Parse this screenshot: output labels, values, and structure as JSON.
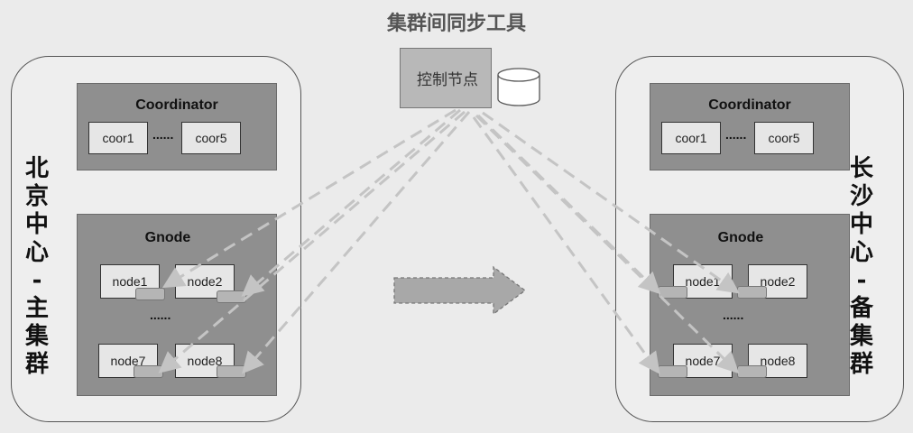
{
  "title": "集群间同步工具",
  "control_node": {
    "label": "控制节点",
    "icon": "database-icon"
  },
  "left_cluster": {
    "label_chars": [
      "北",
      "京",
      "中",
      "心",
      "-",
      "主",
      "集",
      "群"
    ],
    "coordinator": {
      "title": "Coordinator",
      "first": "coor1",
      "dots": "......",
      "last": "coor5"
    },
    "gnode": {
      "title": "Gnode",
      "nodes": [
        "node1",
        "node2",
        "node7",
        "node8"
      ],
      "dots": "......"
    }
  },
  "right_cluster": {
    "label_chars": [
      "长",
      "沙",
      "中",
      "心",
      "-",
      "备",
      "集",
      "群"
    ],
    "coordinator": {
      "title": "Coordinator",
      "first": "coor1",
      "dots": "......",
      "last": "coor5"
    },
    "gnode": {
      "title": "Gnode",
      "nodes": [
        "node1",
        "node2",
        "node7",
        "node8"
      ],
      "dots": "......"
    }
  }
}
